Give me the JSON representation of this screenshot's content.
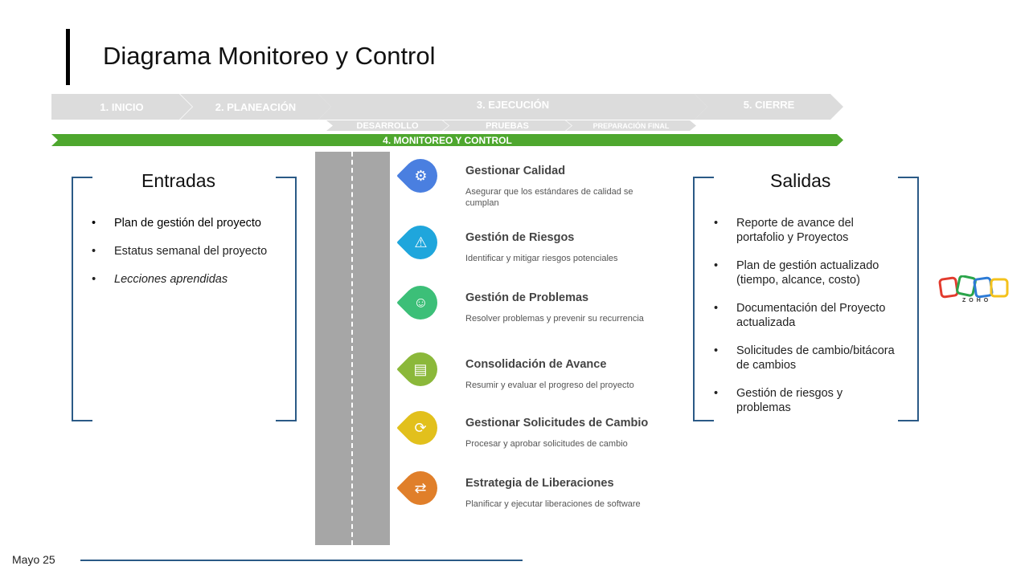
{
  "title": "Diagrama Monitoreo y Control",
  "phases": {
    "inicio": "1. INICIO",
    "planeacion": "2. PLANEACIÓN",
    "ejecucion": "3. EJECUCIÓN",
    "cierre": "5. CIERRE",
    "desarrollo": "DESARROLLO",
    "pruebas": "PRUEBAS",
    "preparacion": "PREPARACIÓN FINAL",
    "monitoreo": "4. MONITOREO Y CONTROL"
  },
  "entradas": {
    "heading": "Entradas",
    "items": [
      "Plan de gestión del proyecto",
      "Estatus semanal del proyecto",
      "Lecciones aprendidas"
    ]
  },
  "salidas": {
    "heading": "Salidas",
    "items": [
      "Reporte de avance del portafolio y Proyectos",
      "Plan de gestión actualizado (tiempo, alcance, costo)",
      "Documentación del Proyecto actualizada",
      "Solicitudes de cambio/bitácora de cambios",
      "Gestión de riesgos y problemas"
    ]
  },
  "steps": [
    {
      "title": "Gestionar Calidad",
      "desc": "Asegurar que los estándares de calidad se cumplan",
      "color": "#4a7fe0",
      "icon": "gear-check-icon"
    },
    {
      "title": "Gestión de Riesgos",
      "desc": "Identificar y mitigar riesgos potenciales",
      "color": "#1fa6dc",
      "icon": "warning-icon"
    },
    {
      "title": "Gestión de Problemas",
      "desc": "Resolver problemas y prevenir su recurrencia",
      "color": "#3cbf78",
      "icon": "person-icon"
    },
    {
      "title": "Consolidación de Avance",
      "desc": "Resumir y evaluar el progreso del proyecto",
      "color": "#8bb83a",
      "icon": "report-icon"
    },
    {
      "title": "Gestionar Solicitudes de Cambio",
      "desc": "Procesar y aprobar solicitudes de cambio",
      "color": "#e2c01c",
      "icon": "change-request-icon"
    },
    {
      "title": "Estrategia de Liberaciones",
      "desc": "Planificar y ejecutar liberaciones de software",
      "color": "#e07f2a",
      "icon": "release-icon"
    }
  ],
  "logo": "ZOHO",
  "footer": "Mayo 25"
}
